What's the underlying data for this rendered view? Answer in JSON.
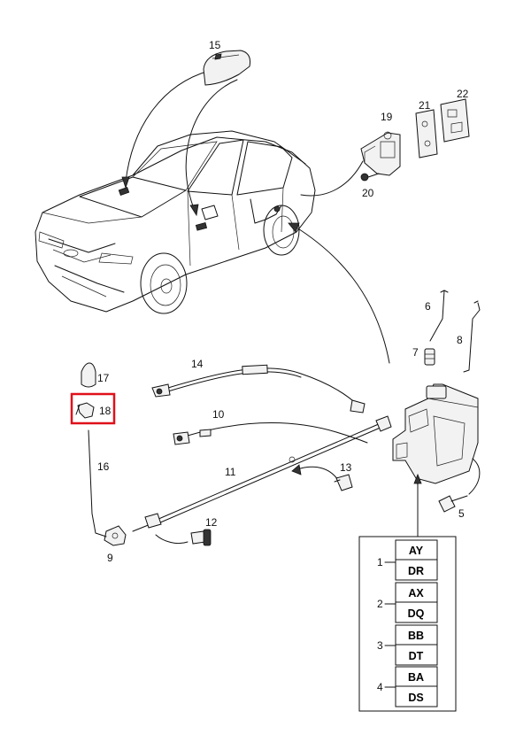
{
  "labels": {
    "l15": "15",
    "l19": "19",
    "l21": "21",
    "l22": "22",
    "l20": "20",
    "l14": "14",
    "l6": "6",
    "l7": "7",
    "l8": "8",
    "l17": "17",
    "l18": "18",
    "l10": "10",
    "l16": "16",
    "l11": "11",
    "l13": "13",
    "l12": "12",
    "l9": "9",
    "l5": "5"
  },
  "variants": [
    {
      "index": "1",
      "top": "AY",
      "bottom": "DR"
    },
    {
      "index": "2",
      "top": "AX",
      "bottom": "DQ"
    },
    {
      "index": "3",
      "top": "BB",
      "bottom": "DT"
    },
    {
      "index": "4",
      "top": "BA",
      "bottom": "DS"
    }
  ],
  "colors": {
    "highlight": "#e0101a",
    "line": "#111111"
  }
}
